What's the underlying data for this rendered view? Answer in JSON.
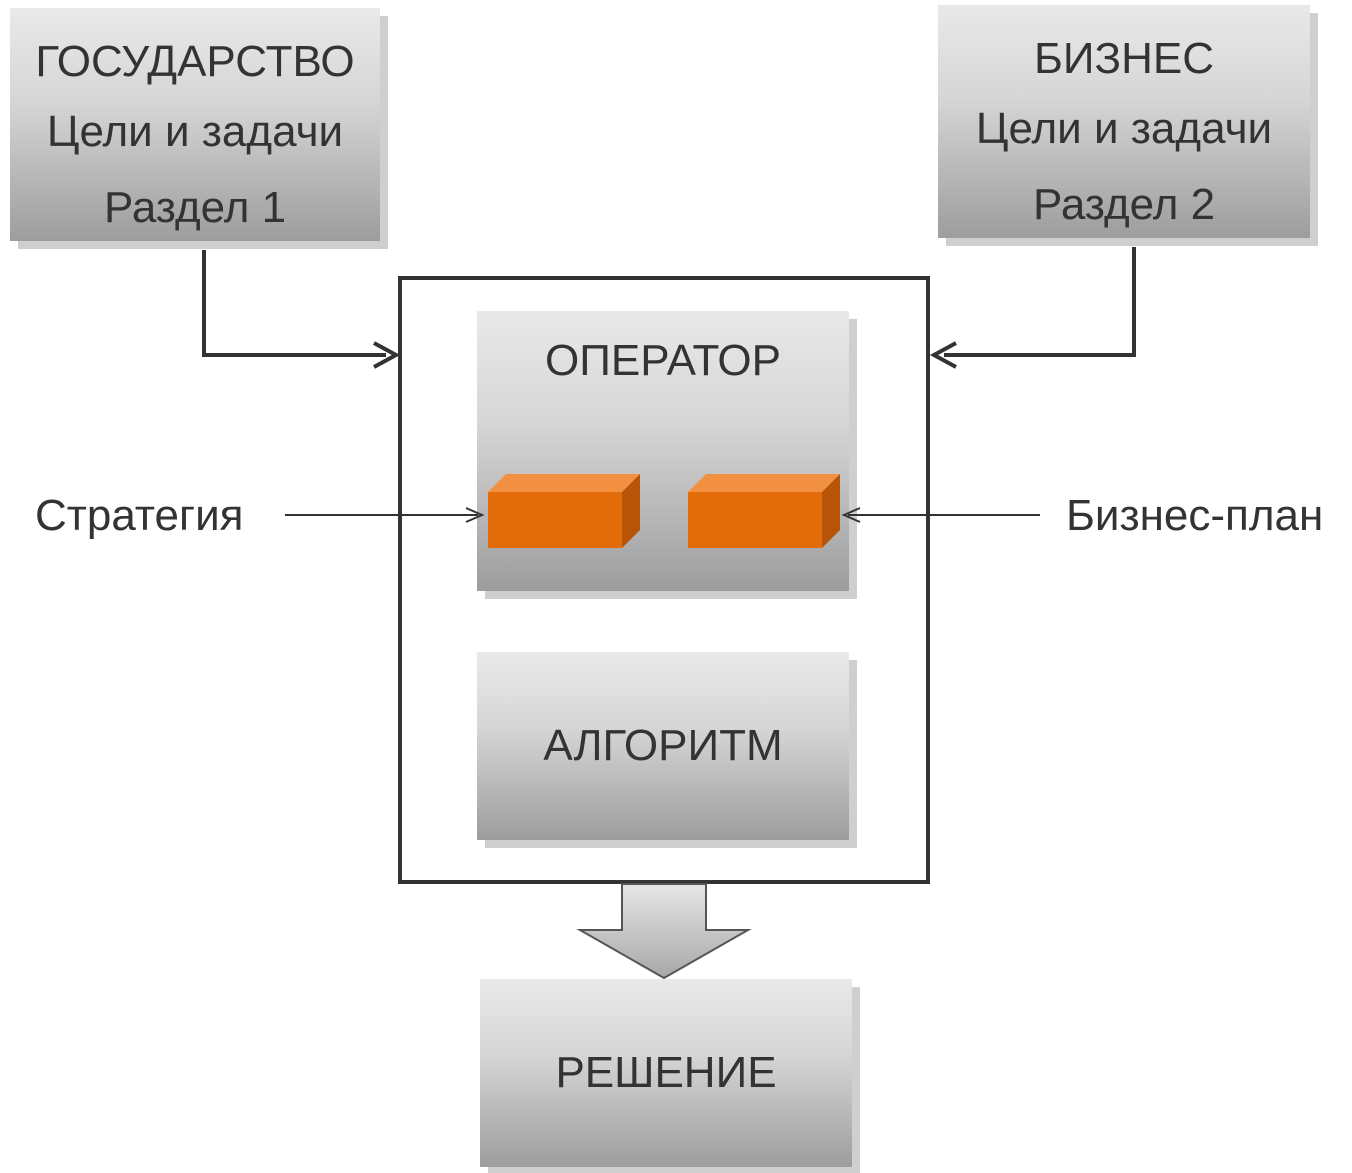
{
  "government": {
    "title": "ГОСУДАРСТВО",
    "line1": "Цели и задачи",
    "line2": "Раздел 1"
  },
  "business": {
    "title": "БИЗНЕС",
    "line1": "Цели и задачи",
    "line2": "Раздел 2"
  },
  "operator": {
    "title": "ОПЕРАТОР"
  },
  "algorithm": {
    "title": "АЛГОРИТМ"
  },
  "decision": {
    "title": "РЕШЕНИЕ"
  },
  "inputs": {
    "left": "Стратегия",
    "right": "Бизнес-план"
  },
  "colors": {
    "block_front": "#e36c0a",
    "block_top": "#f09040",
    "block_side": "#b85408",
    "line": "#333333",
    "arrow_fill": "#c4c4c4"
  }
}
